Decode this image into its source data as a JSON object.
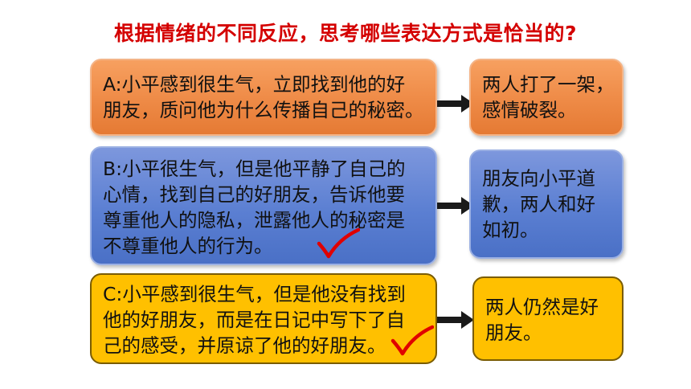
{
  "title": "根据情绪的不同反应，思考哪些表达方式是恰当的?",
  "rows": [
    {
      "option_lines": [
        "A:小平感到很生气，立即找到他的好",
        "朋友，质问他为什么传播自己的秘密。"
      ],
      "result_lines": [
        "两人打了一架，",
        "感情破裂。"
      ],
      "checked": false
    },
    {
      "option_lines": [
        "B:小平很生气，但是他平静了自己的",
        "心情，找到自己的好朋友，告诉他要",
        "尊重他人的隐私，泄露他人的秘密是",
        "不尊重他人的行为。"
      ],
      "result_lines": [
        "朋友向小平道",
        "歉，两人和好",
        "如初。"
      ],
      "checked": true
    },
    {
      "option_lines": [
        "C:小平感到很生气，但是他没有找到",
        "他的好朋友，而是在日记中写下了自",
        "己的感受，并原谅了他的好朋友。"
      ],
      "result_lines": [
        "两人仍然是好",
        "朋友。"
      ],
      "checked": true
    }
  ],
  "colors": {
    "title": "#d40000",
    "orange": "#ee8a46",
    "blue": "#5b7fd2",
    "yellow": "#ffc000",
    "check": "#e00000"
  },
  "icons": [
    "arrow-right-icon",
    "checkmark-icon"
  ]
}
